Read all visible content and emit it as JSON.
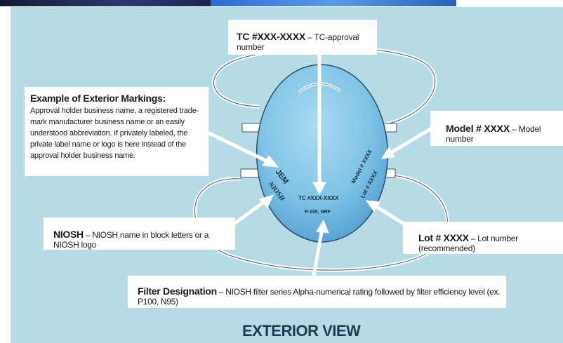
{
  "callouts": {
    "example": {
      "title": "Example of Exterior Markings:",
      "body": "Approval holder business name, a registered trade-mark manufacturer business name or an easily understood abbreviation. If privately labeled, the private label name or logo is here instead of the approval holder business name."
    },
    "tc": {
      "bold": "TC #XXX-XXXX",
      "text": " – TC-approval number"
    },
    "model": {
      "bold": "Model # XXXX",
      "text": " – Model number"
    },
    "niosh": {
      "bold": "NIOSH",
      "text": " – NIOSH name in block letters or a NIOSH logo"
    },
    "lot": {
      "bold": "Lot # XXXX",
      "text": " – Lot number (recommended)"
    },
    "filter": {
      "bold": "Filter Designation",
      "text": " – NIOSH filter series Alpha-numerical rating followed by filter efficiency level (ex. P100, N95)"
    }
  },
  "mask_text": {
    "brand": "JEM",
    "niosh_logo": "NIOSH",
    "tc": "TC #XXX-XXXX",
    "filter": "P-100, NRF",
    "model": "Model # XXXX",
    "lot": "Lot # XXXX"
  },
  "view_label": "EXTERIOR VIEW",
  "colors": {
    "background": "#b7dbe6",
    "mask_fill": "#7fc3e6",
    "arrow": "#ffffff",
    "label_text": "#1d3c4c"
  }
}
